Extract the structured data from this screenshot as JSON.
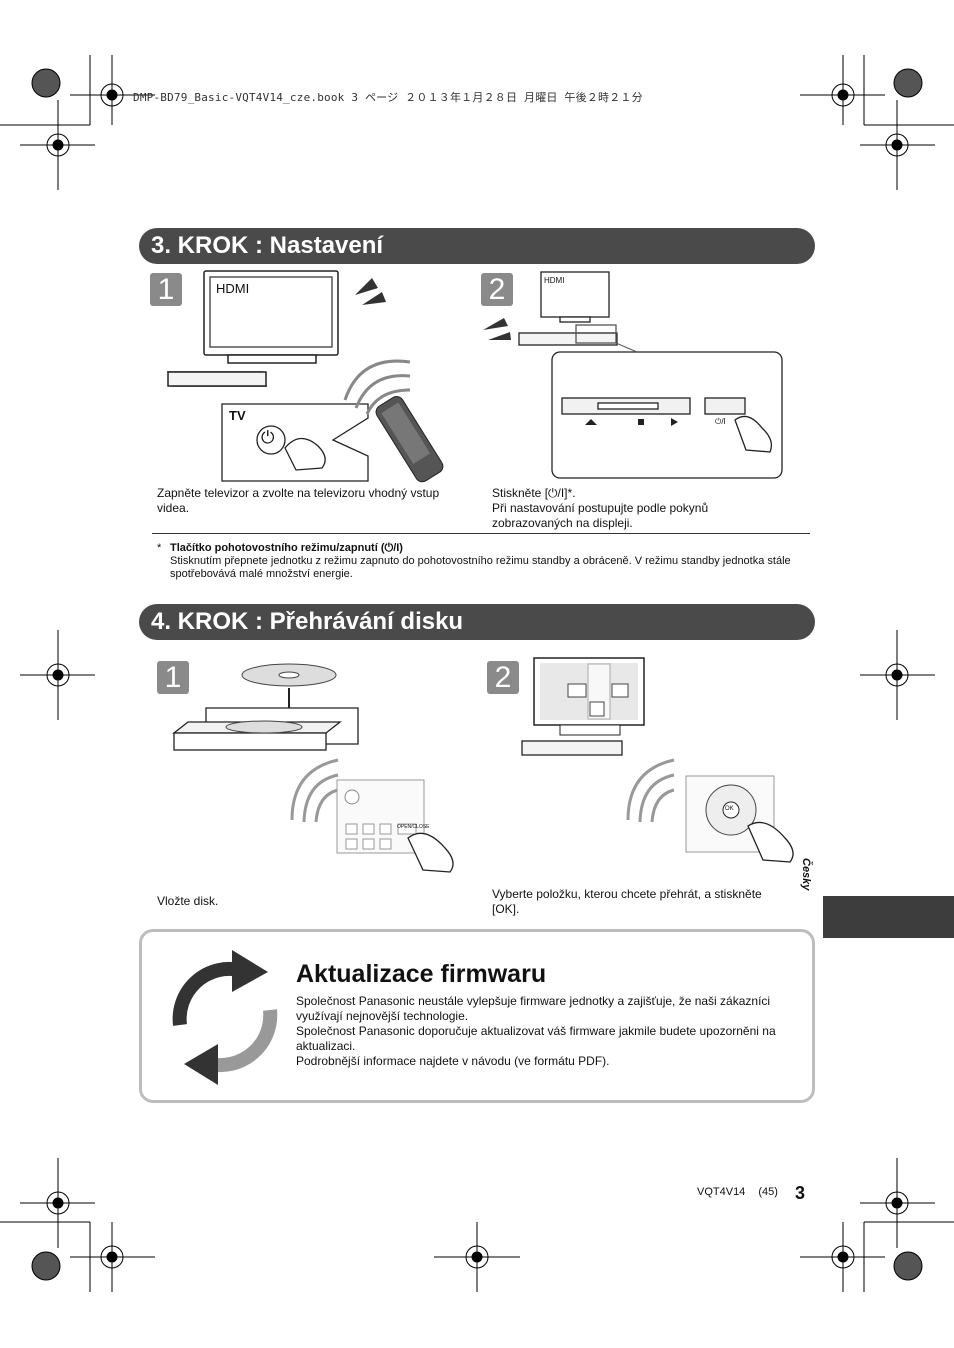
{
  "header": {
    "file_line": "DMP-BD79_Basic-VQT4V14_cze.book  3 ページ  ２０１３年１月２８日  月曜日  午後２時２１分"
  },
  "section3": {
    "title": "3. KROK : Nastavení",
    "step1": {
      "number": "1",
      "screen_label": "HDMI",
      "remote_label": "TV",
      "caption": "Zapněte televizor a zvolte na televizoru vhodný vstup videa."
    },
    "step2": {
      "number": "2",
      "screen_label": "HDMI",
      "caption_line1": "Stiskněte [⏻/I]*.",
      "caption_line2": "Při nastavování postupujte podle pokynů zobrazovaných na displeji.",
      "panel_label": "⏻/I"
    },
    "note": {
      "marker": "*",
      "title": "Tlačítko pohotovostního režimu/zapnutí (⏻/I)",
      "text": "Stisknutím přepnete jednotku z režimu zapnuto do pohotovostního režimu standby a obráceně. V režimu standby jednotka stále spotřebovává malé množství energie."
    }
  },
  "section4": {
    "title": "4. KROK : Přehrávání disku",
    "step1": {
      "number": "1",
      "caption": "Vložte disk.",
      "remote_button_label": "OPEN/CLOSE"
    },
    "step2": {
      "number": "2",
      "caption": "Vyberte položku, kterou chcete přehrát, a stiskněte [OK].",
      "remote_ok_label": "OK"
    }
  },
  "side": {
    "language": "Česky"
  },
  "firmware": {
    "title": "Aktualizace firmwaru",
    "paragraph1": "Společnost Panasonic neustále vylepšuje firmware jednotky a zajišťuje, že naši zákazníci využívají nejnovější technologie.",
    "paragraph2": "Společnost Panasonic doporučuje aktualizovat váš firmware jakmile budete upozorněni na aktualizaci.",
    "paragraph3": "Podrobnější informace najdete v návodu (ve formátu PDF)."
  },
  "footer": {
    "code": "VQT4V14",
    "page_ref": "(45)",
    "page_number": "3"
  },
  "colors": {
    "section_bar": "#4a4a4a",
    "step_badge": "#8a8a8a",
    "side_tab": "#3d3d3d",
    "firmware_border": "#bdbdbd"
  }
}
